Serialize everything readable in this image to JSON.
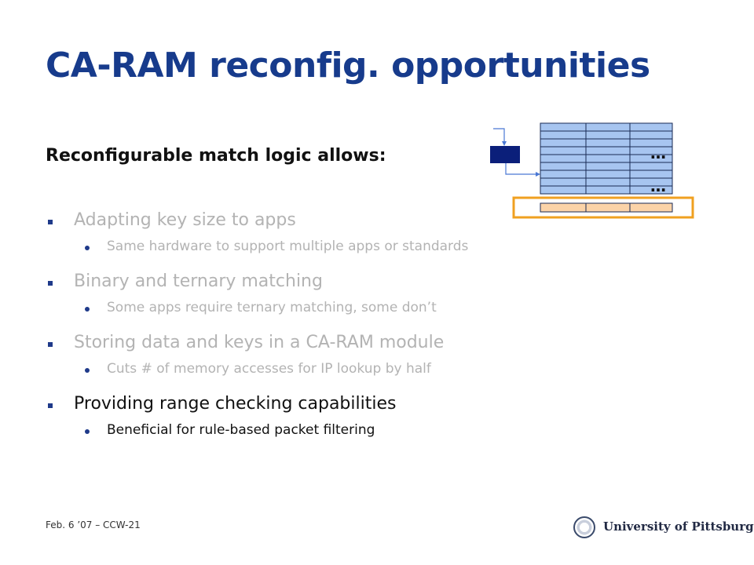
{
  "slide": {
    "title": "CA-RAM reconfig. opportunities",
    "subtitle": "Reconfigurable match logic allows:",
    "bullets": [
      {
        "text": "Adapting key size to apps",
        "sub": "Same hardware to support multiple apps or standards",
        "state": "dimmed"
      },
      {
        "text": "Binary and ternary matching",
        "sub": "Some apps require ternary matching, some don’t",
        "state": "dimmed"
      },
      {
        "text": "Storing data and keys in a CA-RAM module",
        "sub": "Cuts # of memory accesses for IP lookup by half",
        "state": "dimmed"
      },
      {
        "text": "Providing range checking capabilities",
        "sub": "Beneficial for rule-based packet filtering",
        "state": "active"
      }
    ]
  },
  "diagram": {
    "ellipsis_top": "…",
    "ellipsis_bottom": "…",
    "colors": {
      "memory_cell": "#a7c5f0",
      "key_box": "#0b1f7a",
      "highlight_row": "#fbd3a8",
      "highlight_border": "#f0a020"
    }
  },
  "footer": {
    "left": "Feb. 6 ’07 – CCW-21",
    "logo_text": "University of Pittsburgh",
    "logo_icon": "university-seal-icon"
  }
}
